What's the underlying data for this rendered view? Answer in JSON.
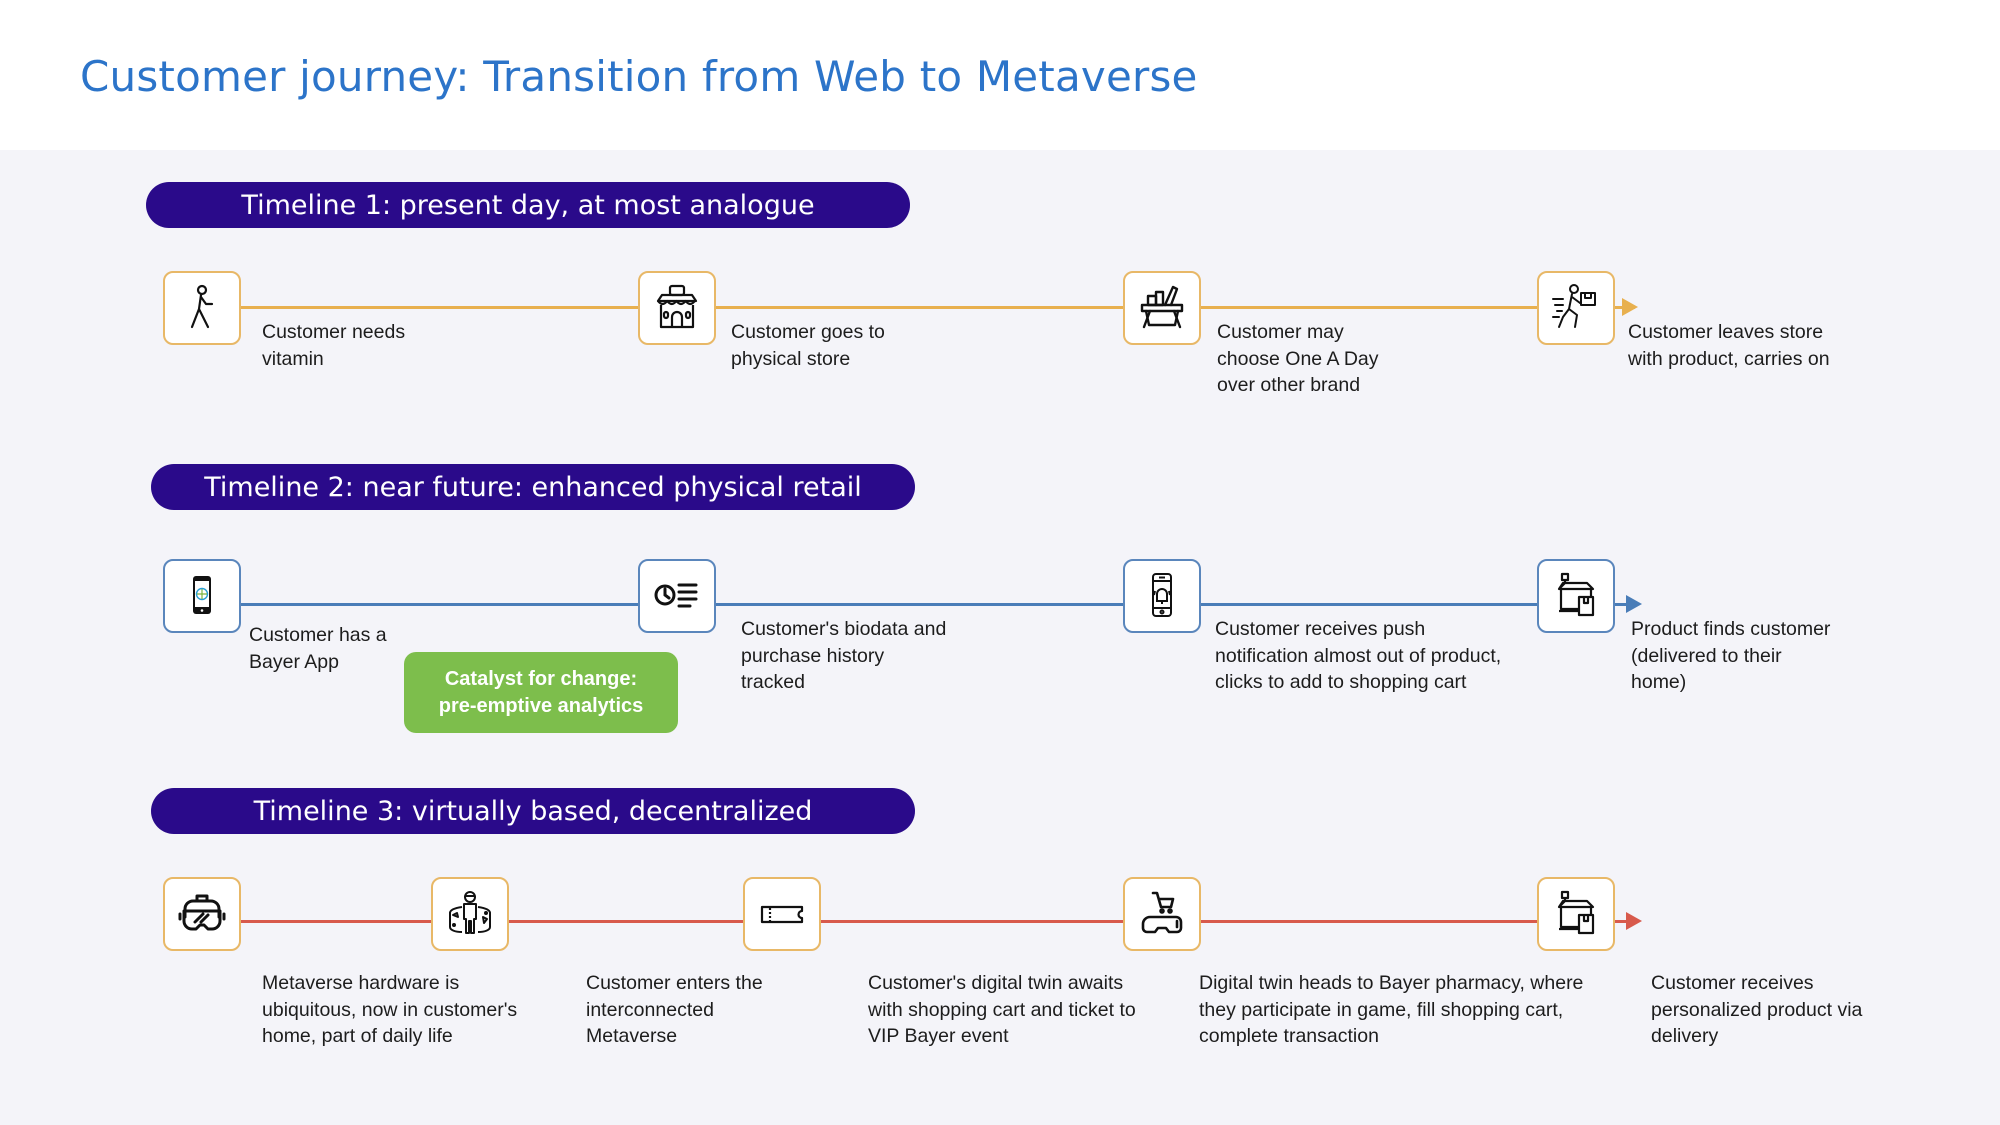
{
  "title": "Customer journey: Transition from Web to Metaverse",
  "colors": {
    "title": "#2C74C9",
    "pill": "#2A0A8A",
    "timeline1_line": "#E8B04F",
    "timeline2_line": "#4A7DB8",
    "timeline3_line": "#D85A4C",
    "box_border_gold": "#E8B867",
    "box_border_blue": "#5A86BC",
    "catalyst": "#7DBE4C",
    "background": "#F4F4F9"
  },
  "timelines": [
    {
      "heading": "Timeline 1: present day, at most analogue",
      "steps": [
        {
          "icon": "walking-person-icon",
          "lines": [
            "Customer needs",
            "vitamin"
          ]
        },
        {
          "icon": "storefront-icon",
          "lines": [
            "Customer goes to",
            "physical store"
          ]
        },
        {
          "icon": "shopping-basket-icon",
          "lines": [
            "Customer may",
            "choose One A Day",
            "over other brand"
          ]
        },
        {
          "icon": "running-person-with-box-icon",
          "lines": [
            "Customer leaves store",
            "with product, carries on"
          ]
        }
      ]
    },
    {
      "heading": "Timeline 2: near future: enhanced physical retail",
      "steps": [
        {
          "icon": "smartphone-bayer-app-icon",
          "lines": [
            "Customer has a",
            "Bayer App"
          ]
        },
        {
          "icon": "clock-list-icon",
          "lines": [
            "Customer's biodata and",
            "purchase history",
            "tracked"
          ]
        },
        {
          "icon": "phone-notification-bell-icon",
          "lines": [
            "Customer receives push",
            "notification almost out of product,",
            "clicks to add to shopping cart"
          ]
        },
        {
          "icon": "home-delivery-package-icon",
          "lines": [
            "Product finds customer",
            "(delivered to their",
            "home)"
          ]
        }
      ],
      "catalyst": {
        "line1": "Catalyst for change:",
        "line2": "pre-emptive analytics"
      }
    },
    {
      "heading": "Timeline 3: virtually based, decentralized",
      "steps": [
        {
          "icon": "vr-headset-icon",
          "lines": []
        },
        {
          "icon": "person-vr-immersive-icon",
          "lines": [
            "Metaverse hardware is",
            "ubiquitous, now in customer's",
            "home, part of daily life"
          ]
        },
        {
          "icon": "ticket-icon",
          "lines": [
            "Customer enters the",
            "interconnected",
            "Metaverse"
          ]
        },
        {
          "icon": "vr-shopping-cart-icon",
          "lines": [
            "Customer's digital twin awaits",
            "with shopping cart and ticket to",
            "VIP Bayer event"
          ]
        },
        {
          "icon": "home-delivery-package-icon",
          "lines": [
            "Digital twin heads to Bayer pharmacy, where",
            "they participate in game, fill shopping cart,",
            "complete transaction"
          ]
        },
        {
          "icon": "end-arrow",
          "lines": [
            "Customer receives",
            "personalized product via",
            "delivery"
          ]
        }
      ]
    }
  ]
}
